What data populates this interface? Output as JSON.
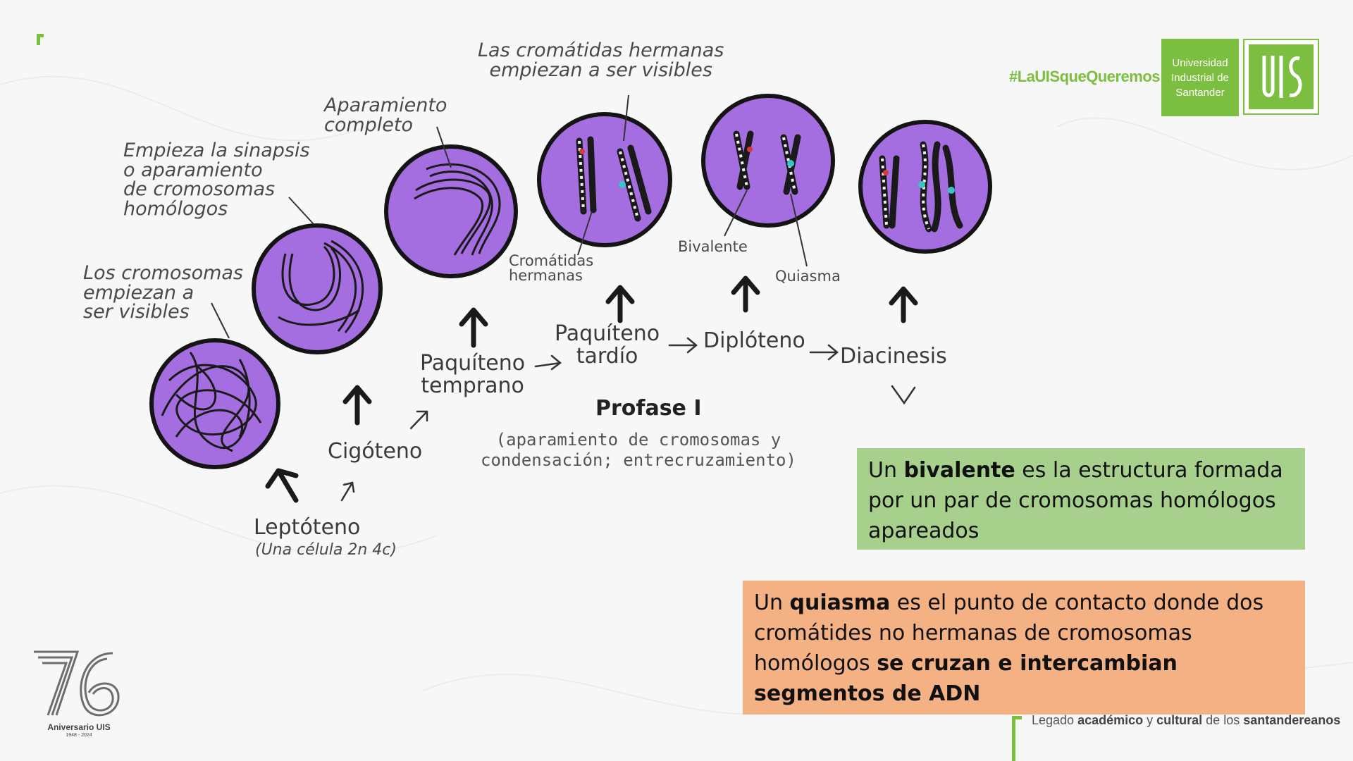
{
  "header": {
    "hashtag": "#LaUISqueQueremos",
    "university_name": "Universidad\nIndustrial de\nSantander"
  },
  "diagram": {
    "title": "Profase I",
    "subtitle": "(aparamiento de cromosomas y\ncondensación; entrecruzamiento)",
    "annotations": {
      "chromosomes_visible": "Los cromosomas\nempiezan a\nser visibles",
      "synapsis_begins": "Empieza la sinapsis\no aparamiento\nde cromosomas\nhomólogos",
      "pairing_complete": "Aparamiento\ncompleto",
      "sister_chromatids_visible": "Las cromátidas hermanas\nempiezan a ser visibles",
      "sister_chromatids": "Cromátidas\nhermanas",
      "bivalent": "Bivalente",
      "chiasma": "Quiasma",
      "cell_note": "(Una célula 2n 4c)"
    },
    "stages": {
      "leptotene": "Leptóteno",
      "zygotene": "Cigóteno",
      "early_pachytene": "Paquíteno\ntemprano",
      "late_pachytene": "Paquíteno\ntardío",
      "diplotene": "Diplóteno",
      "diakinesis": "Diacinesis"
    }
  },
  "definitions": {
    "bivalent": {
      "pre": "Un ",
      "term": "bivalente",
      "rest": " es la estructura formada por un par de cromosomas homólogos apareados"
    },
    "chiasma": {
      "pre": "Un ",
      "term": "quiasma",
      "mid": " es el punto de contacto donde dos cromátides no hermanas de cromosomas homólogos ",
      "emph": "se cruzan e intercambian segmentos de ADN"
    }
  },
  "footer": {
    "p1": "Legado ",
    "p2": "académico",
    "p3": " y ",
    "p4": "cultural",
    "p5": " de los ",
    "p6": "santandereanos"
  },
  "anniversary": {
    "number": "76",
    "label": "Aniversario UIS",
    "years": "1948 - 2024"
  },
  "colors": {
    "cell_purple": "#a46de0",
    "cell_outline": "#141414",
    "uis_green": "#7cbf40",
    "bivalent_box": "#a8d08d",
    "chiasma_box": "#f4b183"
  }
}
